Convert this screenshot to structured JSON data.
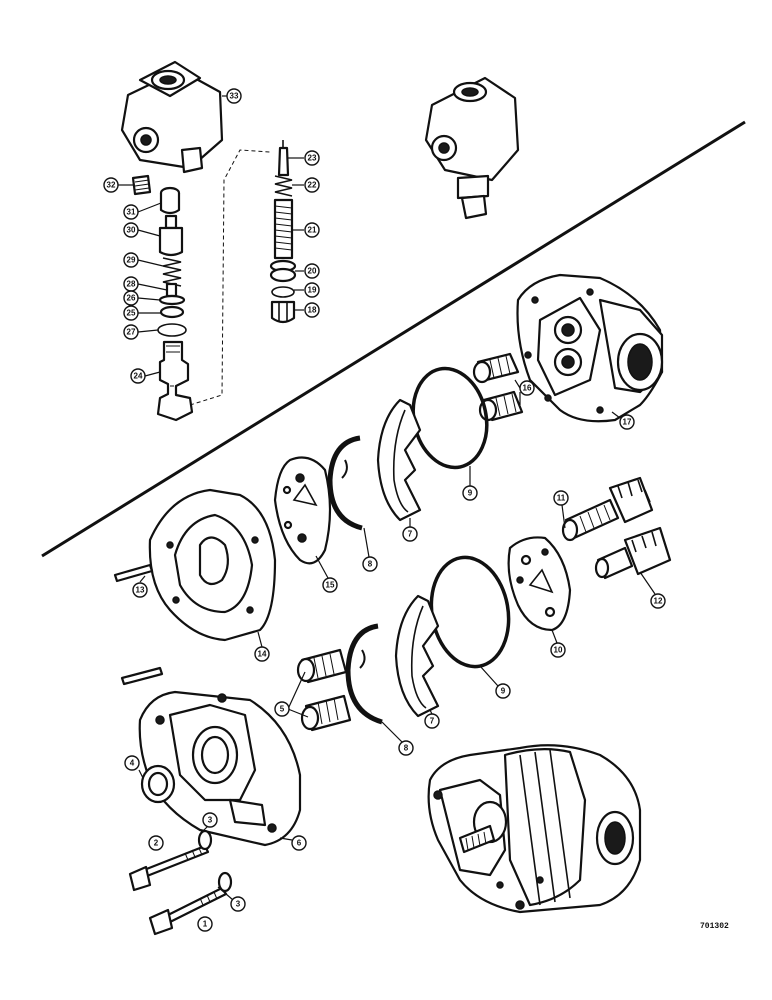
{
  "figure_ref": "701302",
  "callouts": {
    "c1": "1",
    "c2": "2",
    "c3a": "3",
    "c3b": "3",
    "c4": "4",
    "c5": "5",
    "c6": "6",
    "c7a": "7",
    "c7b": "7",
    "c8a": "8",
    "c8b": "8",
    "c9a": "9",
    "c9b": "9",
    "c10": "10",
    "c11": "11",
    "c12": "12",
    "c13": "13",
    "c14": "14",
    "c15": "15",
    "c16": "16",
    "c17": "17",
    "c18": "18",
    "c19": "19",
    "c20": "20",
    "c21": "21",
    "c22": "22",
    "c23": "23",
    "c24": "24",
    "c25": "25",
    "c26": "26",
    "c27": "27",
    "c28": "28",
    "c29": "29",
    "c30": "30",
    "c31": "31",
    "c32": "32",
    "c33": "33"
  }
}
